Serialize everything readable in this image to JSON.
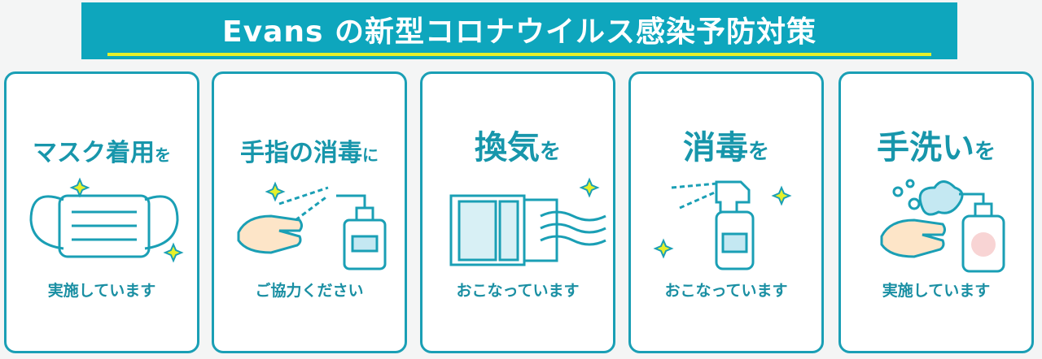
{
  "banner": {
    "title": "Evans の新型コロナウイルス感染予防対策"
  },
  "colors": {
    "accent": "#0ea6bd",
    "text": "#1796ab",
    "underline": "#e6f02a"
  },
  "cards": [
    {
      "heading_main": "マスク着用",
      "heading_particle": "を",
      "footer": "実施しています",
      "icon": "mask-icon"
    },
    {
      "heading_main": "手指の消毒",
      "heading_particle": "に",
      "footer": "ご協力ください",
      "icon": "hand-sanitizer-icon"
    },
    {
      "heading_main": "換気",
      "heading_particle": "を",
      "footer": "おこなっています",
      "icon": "window-ventilation-icon"
    },
    {
      "heading_main": "消毒",
      "heading_particle": "を",
      "footer": "おこなっています",
      "icon": "spray-bottle-icon"
    },
    {
      "heading_main": "手洗い",
      "heading_particle": "を",
      "footer": "実施しています",
      "icon": "hand-wash-icon"
    }
  ]
}
